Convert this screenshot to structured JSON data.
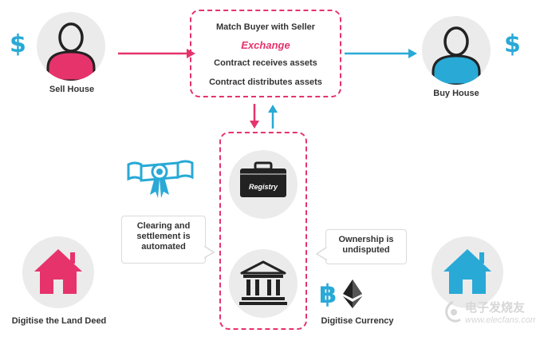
{
  "exchange_box": {
    "line1": "Match Buyer with Seller",
    "line2": "Exchange",
    "line3": "Contract receives assets",
    "line4": "Contract distributes assets"
  },
  "seller": {
    "label": "Sell House",
    "currency_symbol": "$"
  },
  "buyer": {
    "label": "Buy House",
    "currency_symbol": "$"
  },
  "registry": {
    "label": "Registry"
  },
  "callouts": {
    "left_line1": "Clearing and",
    "left_line2": "settlement is",
    "left_line3": "automated",
    "right_line1": "Ownership is",
    "right_line2": "undisputed"
  },
  "land_deed": {
    "label": "Digitise the Land Deed"
  },
  "currency": {
    "label": "Digitise Currency",
    "bitcoin_symbol": "฿"
  },
  "watermark": {
    "title": "电子发烧友",
    "url": "www.elecfans.com"
  },
  "colors": {
    "pink": "#e6336b",
    "blue": "#29a9d6",
    "dark": "#222222",
    "circle": "#ebebeb"
  }
}
